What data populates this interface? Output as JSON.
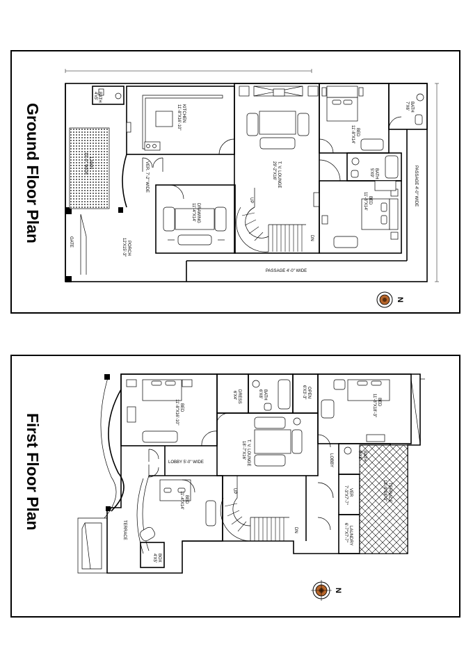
{
  "ground_floor": {
    "title": "Ground Floor Plan",
    "labels": {
      "bath_tl": "BATH",
      "bath_tl_dim": "4'x5'",
      "lawn": "LAWN",
      "lawn_dim": "10'-0\" WIDE",
      "kitchen": "KITCHEN",
      "kitchen_dim": "11'-8\"X16'-10\"",
      "ver": "VER. 7'-2\" WIDE",
      "drawing": "DRAWING",
      "drawing_dim": "11'-4\"X14'",
      "tv_lounge": "T. V. LOUNGE",
      "tv_lounge_dim": "29'-2\"X16'",
      "bed1": "BED",
      "bed1_dim": "11'-8\"X14'",
      "bath_tr": "BATH",
      "bath_tr_dim": "7'X6'",
      "bath_mid": "BATH",
      "bath_mid_dim": "5'X9'",
      "bed2": "BED",
      "bed2_dim": "11'-8\"X14'",
      "passage_side": "PASSAGE 4'-0\" WIDE",
      "passage_bottom": "PASSAGE 4'-0\" WIDE",
      "porch": "PORCH",
      "porch_dim": "12'X15'-3\"",
      "gate": "GATE",
      "up": "UP",
      "dn": "DN",
      "north": "N"
    }
  },
  "first_floor": {
    "title": "First Floor Plan",
    "labels": {
      "bed1": "BED",
      "bed1_dim": "11'-8\"X16'-10\"",
      "dress": "DRESS",
      "dress_dim": "6'X4'",
      "bath1": "BATH",
      "bath1_dim": "6'X8'",
      "open": "OPEN",
      "open_dim": "6'X3'-3\"",
      "bed2": "BED",
      "bed2_dim": "11'-8\"X18'-3\"",
      "tv_lounge": "T. V. LOUNGE",
      "tv_lounge_dim": "18'-7\"X16'",
      "lobby1": "LOBBY  5'-0\" WIDE",
      "lobby2": "LOBBY",
      "bath2": "BATH",
      "bath2_dim": "5'X8'",
      "bed3": "BED",
      "bed3_dim": "11'-4\"X14'",
      "ver": "VER",
      "ver_dim": "7'-3\"X7'-7\"",
      "terrace_right": "TERRACE",
      "terrace_right_dim": "12'-9\"X8'-3\"",
      "laundry": "LAUNDRY",
      "laundry_dim": "6'-7\"X7'-7\"",
      "terrace_left": "TERRACE",
      "box": "BOX",
      "box_dim": "4'X5'",
      "up": "UP",
      "dn": "DN",
      "north": "N"
    }
  }
}
